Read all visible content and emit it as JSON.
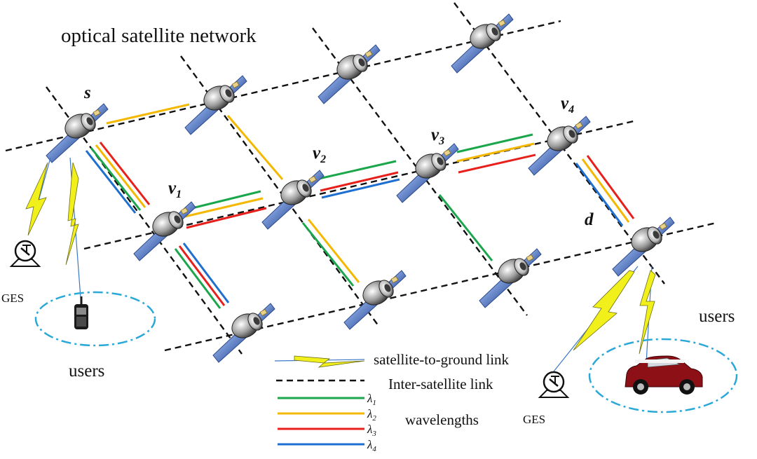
{
  "title": "optical satellite network",
  "nodes": {
    "s": "s",
    "v1": {
      "main": "v",
      "sub": "1"
    },
    "v2": {
      "main": "v",
      "sub": "2"
    },
    "v3": {
      "main": "v",
      "sub": "3"
    },
    "v4": {
      "main": "v",
      "sub": "4"
    },
    "d": "d"
  },
  "ground": {
    "ges_left": "GES",
    "ges_right": "GES",
    "users_left": "users",
    "users_right": "users"
  },
  "legend": {
    "sat_ground": "satellite-to-ground link",
    "inter_sat": "Inter-satellite link",
    "lambda": [
      "λ",
      "λ",
      "λ",
      "λ"
    ],
    "lambda_sub": [
      "1",
      "2",
      "3",
      "4"
    ],
    "wavelengths": "wavelengths"
  },
  "colors": {
    "lambda1": "#1aa64a",
    "lambda2": "#f5b800",
    "lambda3": "#e8201c",
    "lambda4": "#1f6fd1",
    "bolt": "#f2f01a",
    "ellipse": "#2aa8d8"
  }
}
